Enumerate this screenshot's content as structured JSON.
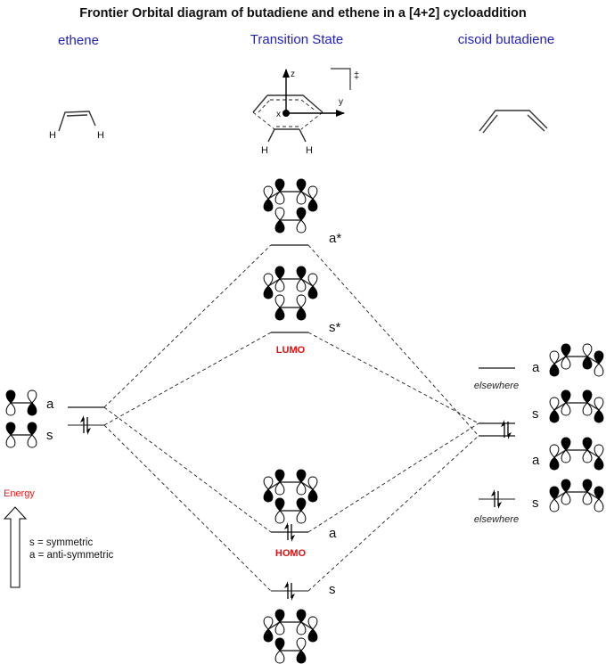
{
  "title": "Frontier Orbital diagram of butadiene and ethene in a [4+2] cycloaddition",
  "columns": {
    "ethene": "ethene",
    "transition_state": "Transition State",
    "butadiene": "cisoid butadiene"
  },
  "ts_structure": {
    "axis_z": "z",
    "axis_y": "y",
    "axis_x": "x",
    "double_dagger": "‡",
    "h_left": "H",
    "h_right": "H"
  },
  "ethene_structure": {
    "h_left": "H",
    "h_right": "H"
  },
  "ethene_levels": [
    {
      "symmetry": "a",
      "occupied": false,
      "orbital_phases": [
        "up",
        "down"
      ]
    },
    {
      "symmetry": "s",
      "occupied": true,
      "orbital_phases": [
        "up",
        "up"
      ]
    }
  ],
  "ts_levels": [
    {
      "symmetry": "a*",
      "tag": "",
      "occupied": false
    },
    {
      "symmetry": "s*",
      "tag": "LUMO",
      "occupied": false
    },
    {
      "symmetry": "a",
      "tag": "HOMO",
      "occupied": true
    },
    {
      "symmetry": "s",
      "tag": "",
      "occupied": true
    }
  ],
  "butadiene_levels": [
    {
      "symmetry": "a",
      "occupied": false,
      "note": "elsewhere"
    },
    {
      "symmetry": "s",
      "occupied": false,
      "note": ""
    },
    {
      "symmetry": "a",
      "occupied": true,
      "note": ""
    },
    {
      "symmetry": "s",
      "occupied": true,
      "note": "elsewhere"
    }
  ],
  "energy_label": "Energy",
  "legend": {
    "s": "s = symmetric",
    "a": "a = anti-symmetric"
  },
  "colors": {
    "column_label": "#2222bb",
    "highlight": "#dd1111",
    "energy": "#dd2222"
  }
}
